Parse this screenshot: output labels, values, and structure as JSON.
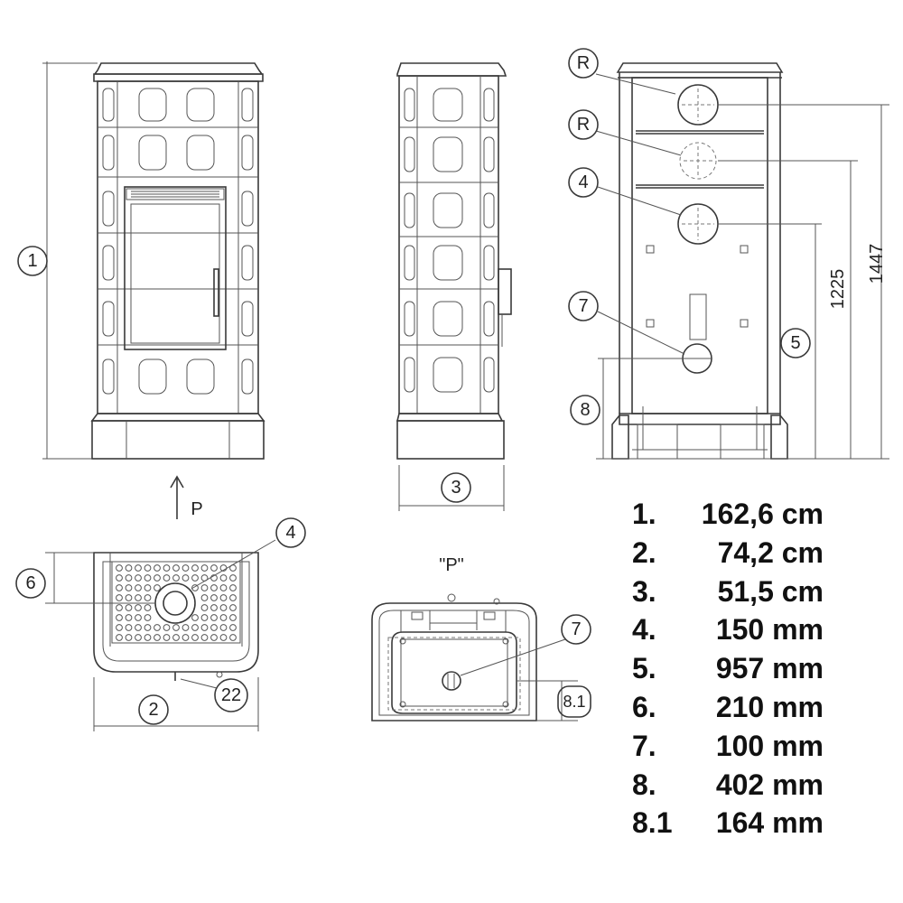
{
  "labels": {
    "height_marker": "1",
    "width_marker": "2",
    "depth_marker": "3",
    "flue_marker": "4",
    "flue_height_marker": "5",
    "flue_offset_marker": "6",
    "air_inlet_marker": "7",
    "air_inlet_height_marker": "8",
    "air_inlet_offset_marker": "8.1",
    "connector_marker": "22",
    "rear_outlet_marker_a": "R",
    "rear_outlet_marker_b": "R",
    "view_arrow": "P",
    "view_title": "\"P\"",
    "dim_1447": "1447",
    "dim_1225": "1225"
  },
  "legend": [
    {
      "key": "1.",
      "value": "162,6 cm"
    },
    {
      "key": "2.",
      "value": "74,2 cm"
    },
    {
      "key": "3.",
      "value": "51,5 cm"
    },
    {
      "key": "4.",
      "value": "150 mm"
    },
    {
      "key": "5.",
      "value": "957 mm"
    },
    {
      "key": "6.",
      "value": "210 mm"
    },
    {
      "key": "7.",
      "value": "100 mm"
    },
    {
      "key": "8.",
      "value": "402 mm"
    },
    {
      "key": "8.1",
      "value": "164 mm"
    }
  ]
}
